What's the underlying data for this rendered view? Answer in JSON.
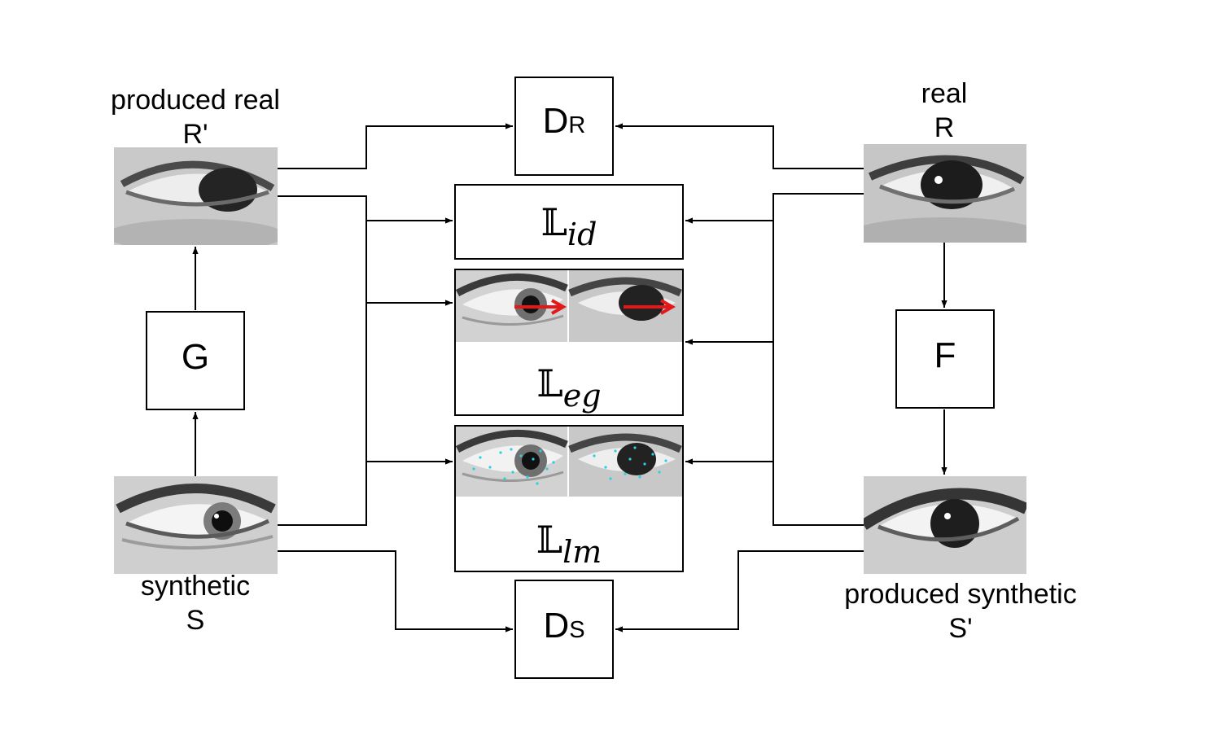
{
  "labels": {
    "produced_real": "produced real",
    "produced_real_symbol": "R'",
    "real": "real",
    "real_symbol": "R",
    "synthetic": "synthetic",
    "synthetic_symbol": "S",
    "produced_synthetic": "produced synthetic",
    "produced_synthetic_symbol": "S'"
  },
  "boxes": {
    "dr": {
      "main": "D",
      "sub": "R"
    },
    "ds": {
      "main": "D",
      "sub": "S"
    },
    "g": "G",
    "f": "F"
  },
  "losses": {
    "symbol": "𝕃",
    "id": "id",
    "eg": "eg",
    "lm": "lm"
  },
  "colors": {
    "gaze_arrow": "#e31919",
    "landmark": "#27d3e3",
    "line": "#000000"
  }
}
